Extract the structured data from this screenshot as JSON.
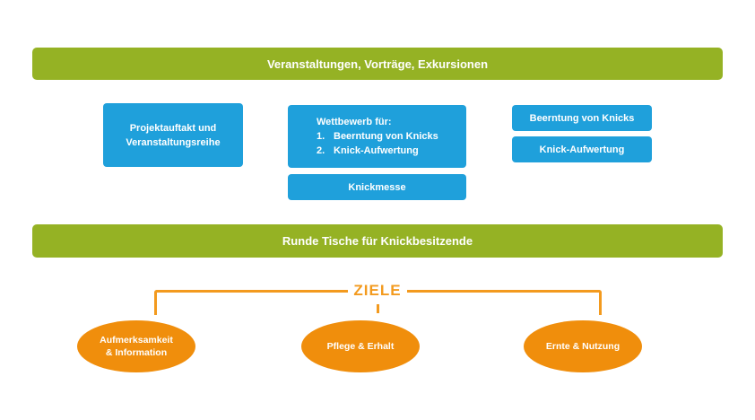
{
  "colors": {
    "green": "#95b224",
    "blue": "#1fa0db",
    "orange": "#f08e0c",
    "orange_line": "#f39a1e"
  },
  "top_bar": {
    "label": "Veranstaltungen, Vorträge, Exkursionen"
  },
  "boxes": {
    "kickoff": {
      "line1": "Projektauftakt und",
      "line2": "Veranstaltungsreihe"
    },
    "competition": {
      "title": "Wettbewerb für:",
      "items": [
        {
          "num": "1.",
          "label": "Beerntung von Knicks"
        },
        {
          "num": "2.",
          "label": "Knick-Aufwertung"
        }
      ]
    },
    "fair": {
      "label": "Knickmesse"
    },
    "harvest": {
      "label": "Beerntung von Knicks"
    },
    "upgrade": {
      "label": "Knick-Aufwertung"
    }
  },
  "middle_bar": {
    "label": "Runde Tische für Knickbesitzende"
  },
  "goals": {
    "heading": "ZIELE",
    "items": [
      {
        "line1": "Aufmerksamkeit",
        "line2": "& Information"
      },
      {
        "line1": "Pflege & Erhalt",
        "line2": ""
      },
      {
        "line1": "Ernte & Nutzung",
        "line2": ""
      }
    ]
  }
}
